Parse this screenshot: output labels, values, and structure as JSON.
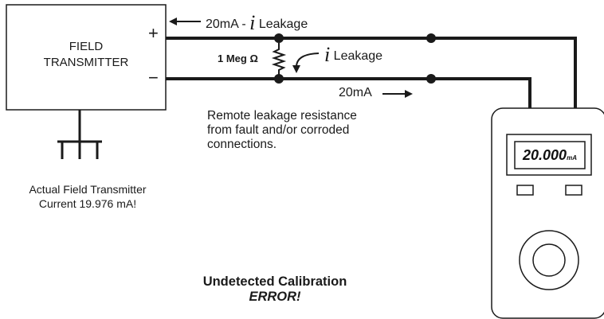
{
  "transmitter": {
    "label_line1": "FIELD",
    "label_line2": "TRANSMITTER",
    "plus_sign": "+",
    "minus_sign": "−",
    "caption_line1": "Actual Field Transmitter",
    "caption_line2": "Current 19.976 mA!",
    "ground_symbol": "ground-icon"
  },
  "wires": {
    "top_current_prefix": "20mA - ",
    "leakage_symbol": "i",
    "top_current_suffix": " Leakage",
    "leak_suffix": " Leakage",
    "bottom_current": "20mA"
  },
  "resistor": {
    "label": "1 Meg Ω"
  },
  "note": {
    "line1": "Remote leakage resistance",
    "line2": "from fault and/or corroded",
    "line3": "connections."
  },
  "meter": {
    "reading": "20.000",
    "unit": "mA"
  },
  "footer": {
    "line1": "Undetected Calibration",
    "line2": "ERROR!"
  },
  "colors": {
    "ink": "#1a1a1a",
    "background": "#ffffff"
  }
}
